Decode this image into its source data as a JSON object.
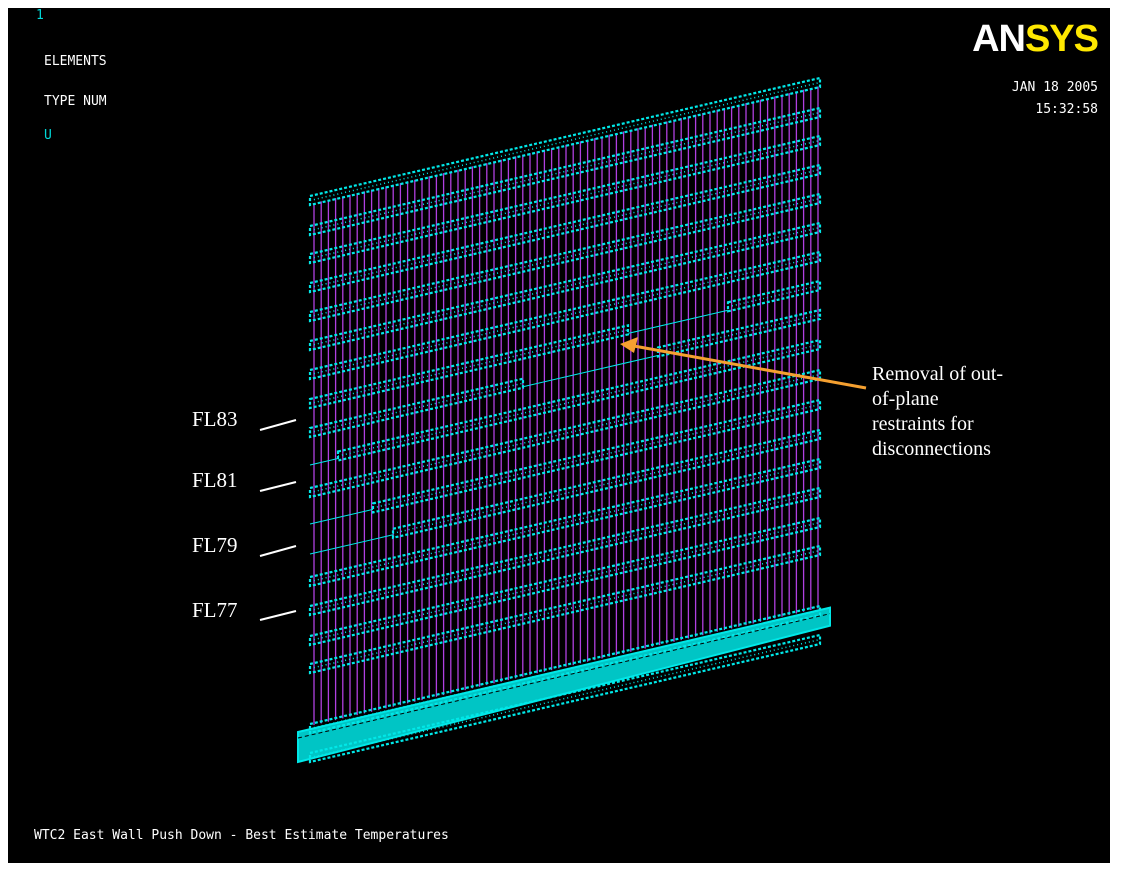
{
  "window_id": "1",
  "legend": {
    "line1": "ELEMENTS",
    "line2": "TYPE NUM",
    "line3": "U"
  },
  "logo": {
    "part1": "AN",
    "part2": "SYS"
  },
  "date": "JAN 18 2005",
  "time": "15:32:58",
  "floor_labels": [
    "FL83",
    "FL81",
    "FL79",
    "FL77"
  ],
  "annotation": "Removal of out-\nof-plane\nrestraints for\ndisconnections",
  "plot_title": "WTC2 East Wall Push Down - Best Estimate Temperatures",
  "colors": {
    "background": "#000000",
    "elements": "#00e8e8",
    "columns": "#b040e0",
    "arrow": "#f5a030",
    "logo_accent": "#ffe800"
  }
}
